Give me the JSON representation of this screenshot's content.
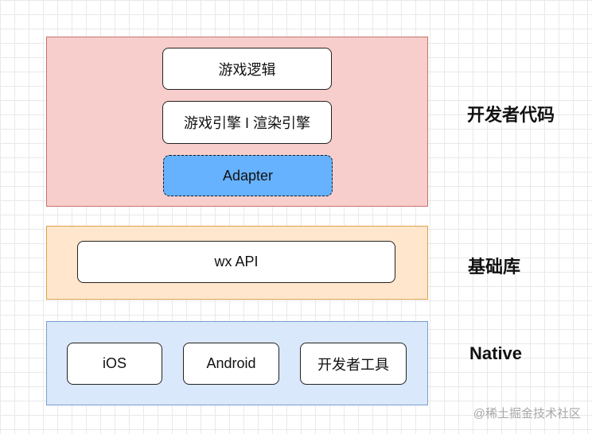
{
  "layers": {
    "developer": {
      "label": "开发者代码",
      "boxes": {
        "game_logic": "游戏逻辑",
        "engine": "游戏引擎 I 渲染引擎",
        "adapter": "Adapter"
      }
    },
    "base_library": {
      "label": "基础库",
      "boxes": {
        "wx_api": "wx API"
      }
    },
    "native": {
      "label": "Native",
      "boxes": {
        "ios": "iOS",
        "android": "Android",
        "dev_tools": "开发者工具"
      }
    }
  },
  "watermark": "@稀土掘金技术社区",
  "colors": {
    "developer_fill": "#f8cecc",
    "developer_border": "#c8716d",
    "base_library_fill": "#ffe6cc",
    "base_library_border": "#d9a44f",
    "native_fill": "#dae8fc",
    "native_border": "#7b9ccf",
    "adapter_fill": "#66b2ff",
    "box_fill": "#ffffff"
  }
}
